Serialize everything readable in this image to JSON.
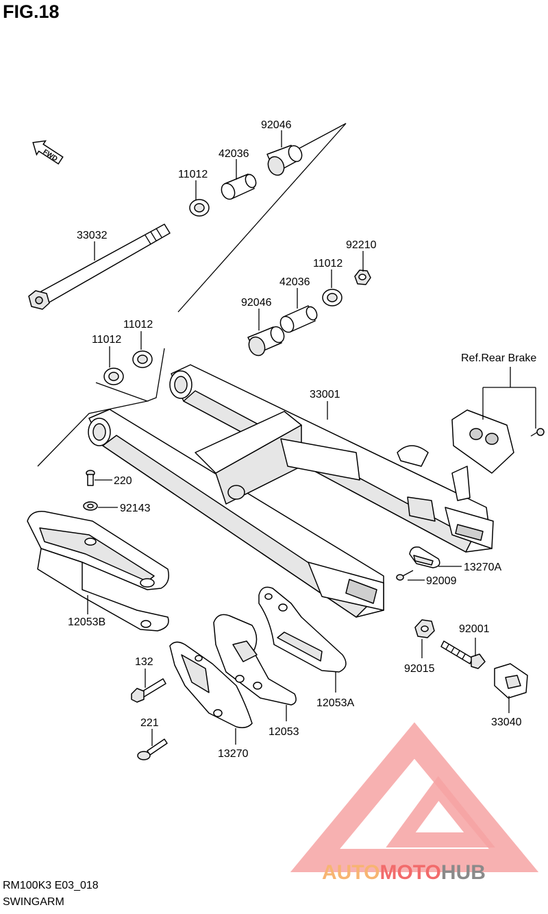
{
  "figure": {
    "title": "FIG.18",
    "code": "RM100K3 E03_018",
    "name": "SWINGARM",
    "fwd_label": "FWD"
  },
  "parts": [
    {
      "id": "p92046a",
      "label": "92046"
    },
    {
      "id": "p42036a",
      "label": "42036"
    },
    {
      "id": "p11012a",
      "label": "11012"
    },
    {
      "id": "p33032",
      "label": "33032"
    },
    {
      "id": "p92210",
      "label": "92210"
    },
    {
      "id": "p11012b",
      "label": "11012"
    },
    {
      "id": "p42036b",
      "label": "42036"
    },
    {
      "id": "p92046b",
      "label": "92046"
    },
    {
      "id": "p11012c",
      "label": "11012"
    },
    {
      "id": "p11012d",
      "label": "11012"
    },
    {
      "id": "p33001",
      "label": "33001"
    },
    {
      "id": "pref",
      "label": "Ref.Rear Brake"
    },
    {
      "id": "p220",
      "label": "220"
    },
    {
      "id": "p92143",
      "label": "92143"
    },
    {
      "id": "p13270A",
      "label": "13270A"
    },
    {
      "id": "p92009",
      "label": "92009"
    },
    {
      "id": "p12053B",
      "label": "12053B"
    },
    {
      "id": "p92001",
      "label": "92001"
    },
    {
      "id": "p132",
      "label": "132"
    },
    {
      "id": "p92015",
      "label": "92015"
    },
    {
      "id": "p12053A",
      "label": "12053A"
    },
    {
      "id": "p33040",
      "label": "33040"
    },
    {
      "id": "p221",
      "label": "221"
    },
    {
      "id": "p12053",
      "label": "12053"
    },
    {
      "id": "p13270",
      "label": "13270"
    }
  ],
  "watermark": {
    "part1": "AUTO",
    "part2": "MOTO",
    "part3": "HUB",
    "color1": "#f7b472",
    "color2": "#f26b6b",
    "color3": "#8a8a8a"
  }
}
